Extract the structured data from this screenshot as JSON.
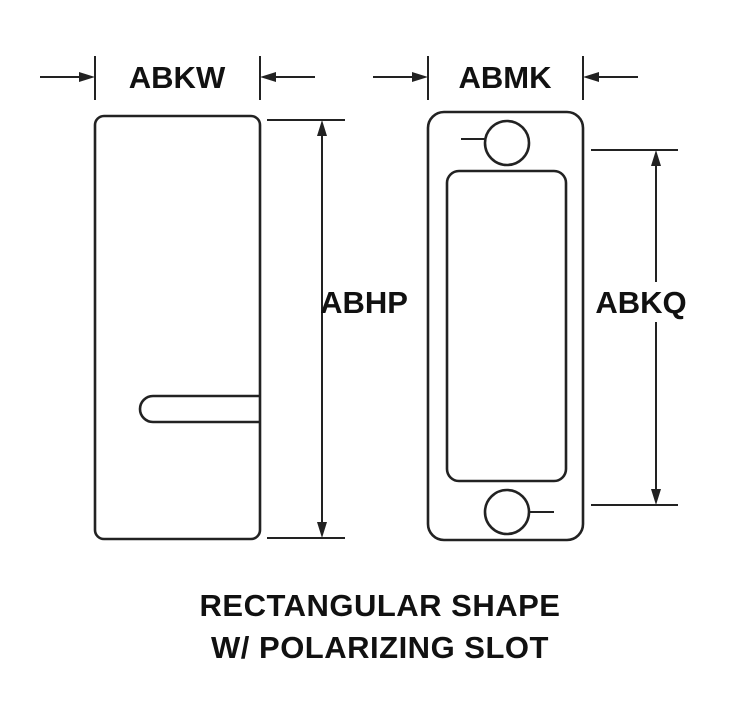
{
  "diagram": {
    "caption": {
      "line1": "RECTANGULAR SHAPE",
      "line2": "W/ POLARIZING SLOT"
    },
    "labels": {
      "side_width": "ABKW",
      "side_height": "ABHP",
      "front_width": "ABMK",
      "front_height": "ABKQ"
    },
    "colors": {
      "line": "#222222",
      "text": "#111111",
      "background": "#ffffff"
    }
  }
}
